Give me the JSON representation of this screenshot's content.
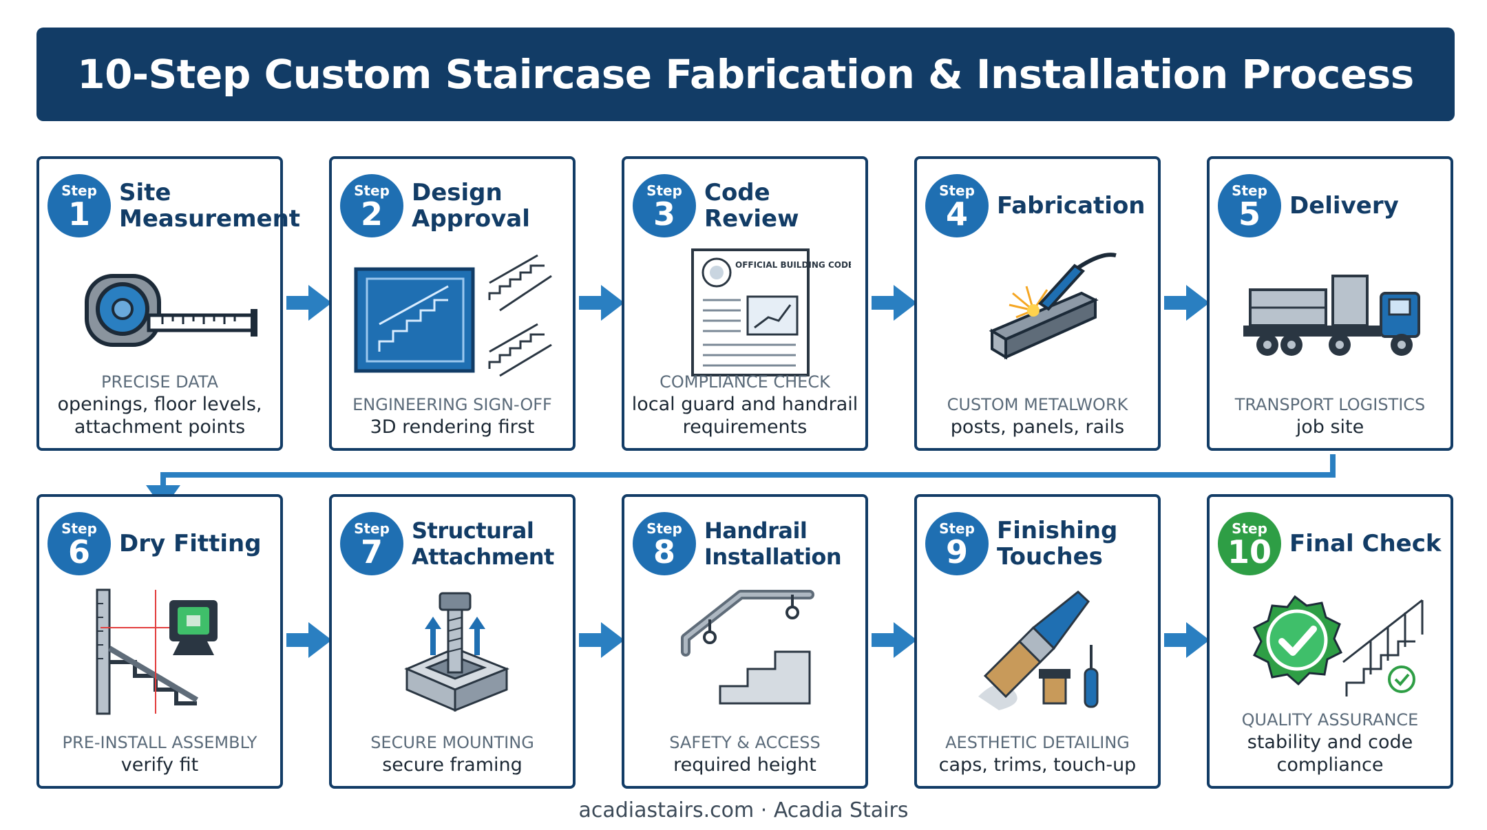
{
  "title": "10-Step Custom Staircase Fabrication & Installation Process",
  "step_label": "Step",
  "steps": [
    {
      "num": "1",
      "title": "Site Measurement",
      "category": "PRECISE DATA",
      "detail": "openings, floor levels, attachment points",
      "icon": "tape-measure-icon"
    },
    {
      "num": "2",
      "title": "Design Approval",
      "category": "ENGINEERING SIGN-OFF",
      "detail": "3D rendering first",
      "icon": "blueprint-icon"
    },
    {
      "num": "3",
      "title": "Code Review",
      "category": "COMPLIANCE CHECK",
      "detail": "local guard and handrail requirements",
      "icon": "building-code-document-icon",
      "doc_text": "OFFICIAL BUILDING CODE"
    },
    {
      "num": "4",
      "title": "Fabrication",
      "category": "CUSTOM METALWORK",
      "detail": "posts, panels, rails",
      "icon": "welding-beam-icon"
    },
    {
      "num": "5",
      "title": "Delivery",
      "category": "TRANSPORT LOGISTICS",
      "detail": "job site",
      "icon": "delivery-truck-icon"
    },
    {
      "num": "6",
      "title": "Dry Fitting",
      "category": "PRE-INSTALL ASSEMBLY",
      "detail": "verify fit",
      "icon": "laser-level-icon"
    },
    {
      "num": "7",
      "title": "Structural Attachment",
      "category": "SECURE MOUNTING",
      "detail": "secure framing",
      "icon": "anchor-bolt-icon"
    },
    {
      "num": "8",
      "title": "Handrail Installation",
      "category": "SAFETY & ACCESS",
      "detail": "required height",
      "icon": "handrail-icon"
    },
    {
      "num": "9",
      "title": "Finishing Touches",
      "category": "AESTHETIC DETAILING",
      "detail": "caps, trims, touch-up",
      "icon": "paintbrush-icon"
    },
    {
      "num": "10",
      "title": "Final Check",
      "category": "QUALITY ASSURANCE",
      "detail": "stability and code compliance",
      "icon": "check-seal-icon"
    }
  ],
  "footer": "acadiastairs.com · Acadia Stairs",
  "colors": {
    "navy": "#123c66",
    "blue": "#1f6fb2",
    "arrow": "#2a7fc1",
    "green": "#2e9e45"
  }
}
